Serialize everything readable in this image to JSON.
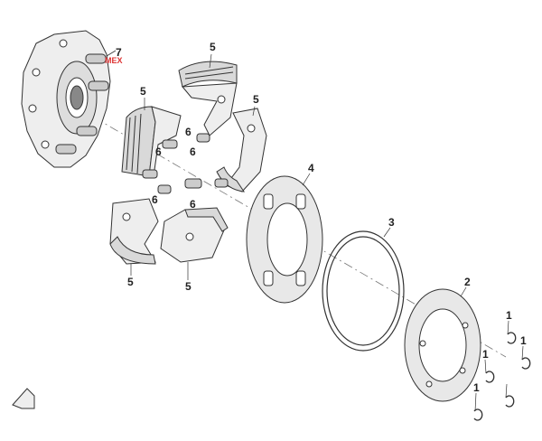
{
  "diagram": {
    "callouts": [
      {
        "id": "c7",
        "text": "7"
      },
      {
        "id": "c5a",
        "text": "5"
      },
      {
        "id": "c5b",
        "text": "5"
      },
      {
        "id": "c5c",
        "text": "5"
      },
      {
        "id": "c5d",
        "text": "5"
      },
      {
        "id": "c5e",
        "text": "5"
      },
      {
        "id": "c6a",
        "text": "6"
      },
      {
        "id": "c6b",
        "text": "6"
      },
      {
        "id": "c6c",
        "text": "6"
      },
      {
        "id": "c6d",
        "text": "6"
      },
      {
        "id": "c6e",
        "text": "6"
      },
      {
        "id": "c4",
        "text": "4"
      },
      {
        "id": "c3",
        "text": "3"
      },
      {
        "id": "c2",
        "text": "2"
      },
      {
        "id": "c1a",
        "text": "1"
      },
      {
        "id": "c1b",
        "text": "1"
      },
      {
        "id": "c1c",
        "text": "1"
      },
      {
        "id": "c1d",
        "text": "1"
      }
    ],
    "watermark": "MEX",
    "colors": {
      "line": "#333333",
      "shoe": "#d9d9d9",
      "plate": "#e8e8e8",
      "accent": "#e04040"
    }
  }
}
